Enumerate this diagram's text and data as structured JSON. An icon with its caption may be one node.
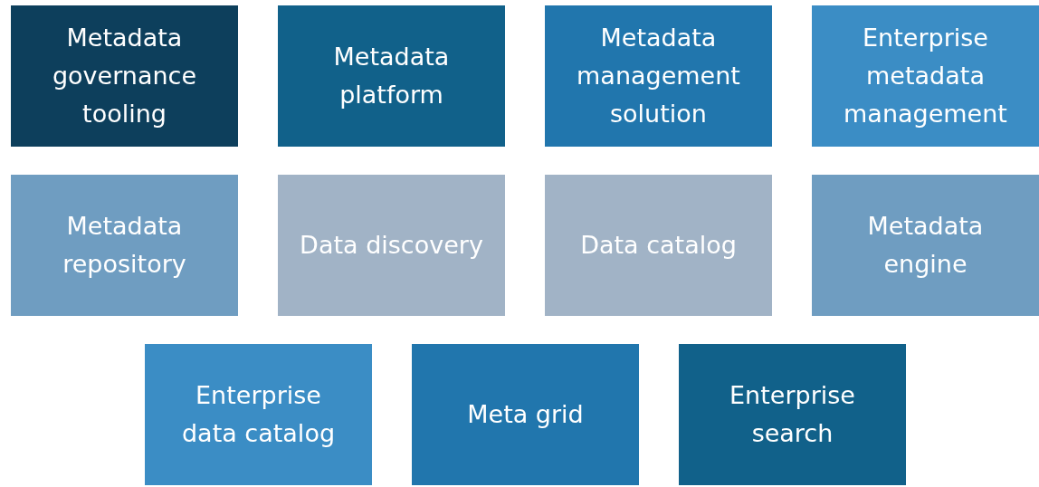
{
  "diagram": {
    "nodes": [
      {
        "text": [
          "Metadata governance tooling"
        ]
      },
      {
        "text": [
          "Metadata platform"
        ]
      },
      {
        "text": [
          "Metadata management solution"
        ]
      },
      {
        "text": [
          "Enterprise metadata management"
        ]
      },
      {
        "text": [
          "Metadata repository"
        ]
      },
      {
        "text": [
          "Data discovery"
        ]
      },
      {
        "text": [
          "Data catalog"
        ]
      },
      {
        "text": [
          "Metadata engine"
        ]
      },
      {
        "text": [
          "Enterprise data catalog"
        ]
      },
      {
        "text": [
          "Meta grid"
        ]
      },
      {
        "text": [
          "Enterprise search"
        ]
      }
    ]
  }
}
